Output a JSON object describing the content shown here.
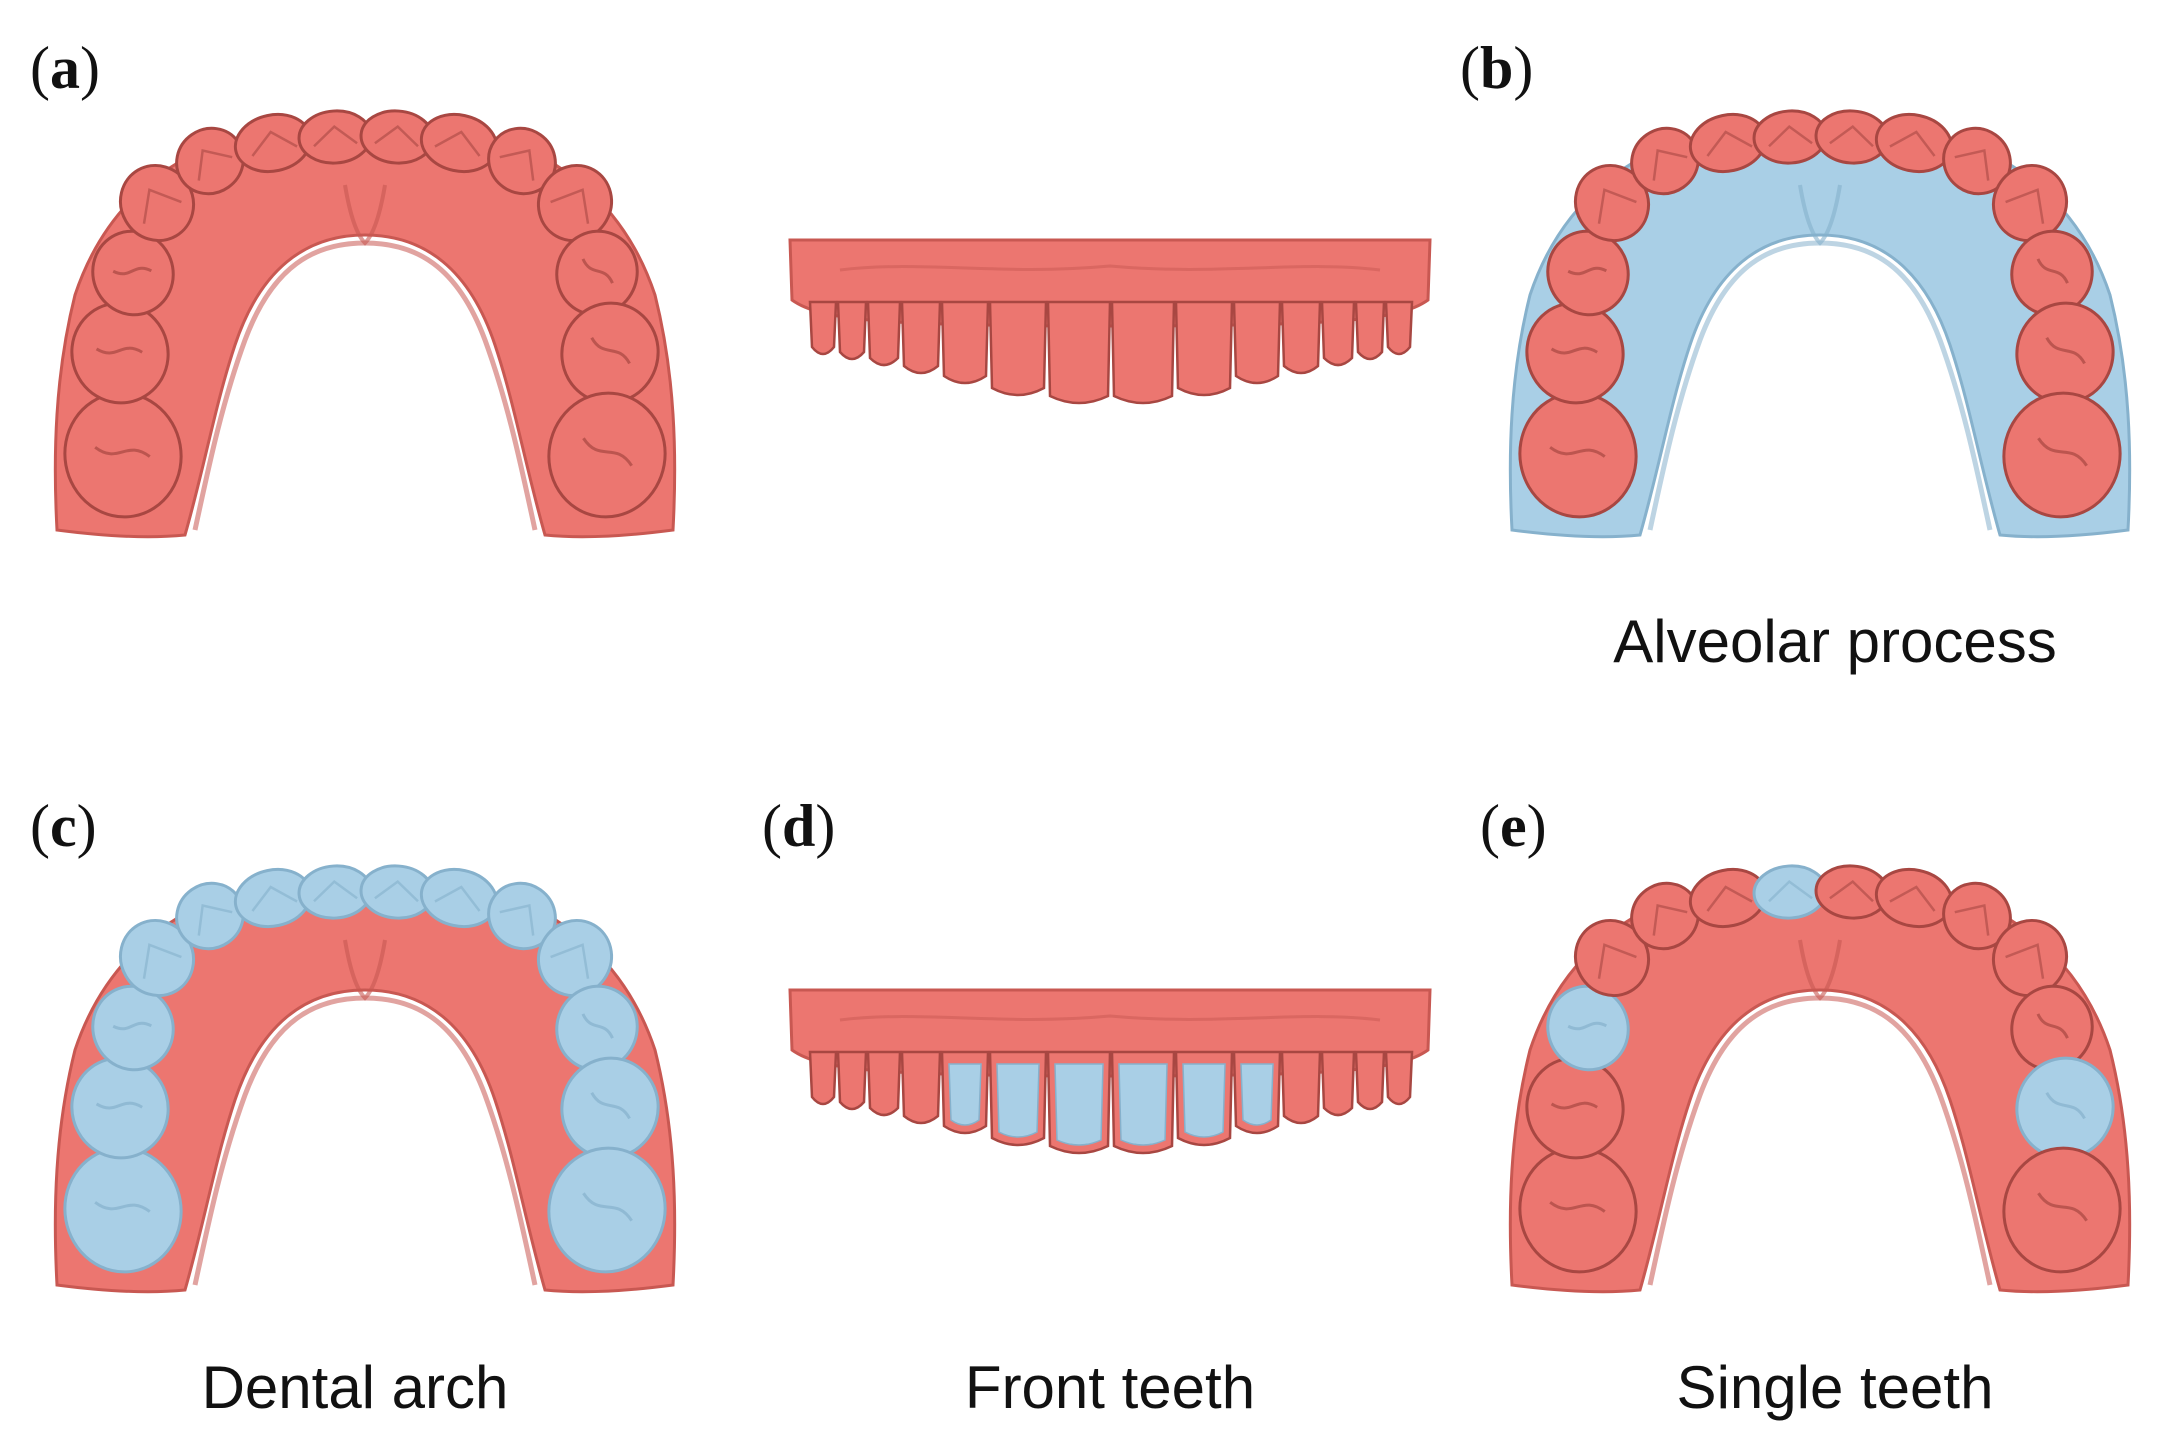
{
  "figure": {
    "colors": {
      "background": "#ffffff",
      "model": "#ec7670",
      "model_shade": "#c85852",
      "model_dark": "#a84742",
      "highlight": "#a9cfe6",
      "highlight_shade": "#86b1cc"
    },
    "panels": [
      {
        "id": "a",
        "label": "a",
        "caption": "",
        "view": "occlusal",
        "highlight": "none"
      },
      {
        "id": "front",
        "label": "",
        "caption": "",
        "view": "frontal",
        "highlight": "none"
      },
      {
        "id": "b",
        "label": "b",
        "caption": "Alveolar process",
        "view": "occlusal",
        "highlight": "alveolar-process"
      },
      {
        "id": "c",
        "label": "c",
        "caption": "Dental arch",
        "view": "occlusal",
        "highlight": "dental-arch"
      },
      {
        "id": "d",
        "label": "d",
        "caption": "Front teeth",
        "view": "frontal",
        "highlight": "front-teeth"
      },
      {
        "id": "e",
        "label": "e",
        "caption": "Single teeth",
        "view": "occlusal",
        "highlight": "single-teeth"
      }
    ]
  }
}
